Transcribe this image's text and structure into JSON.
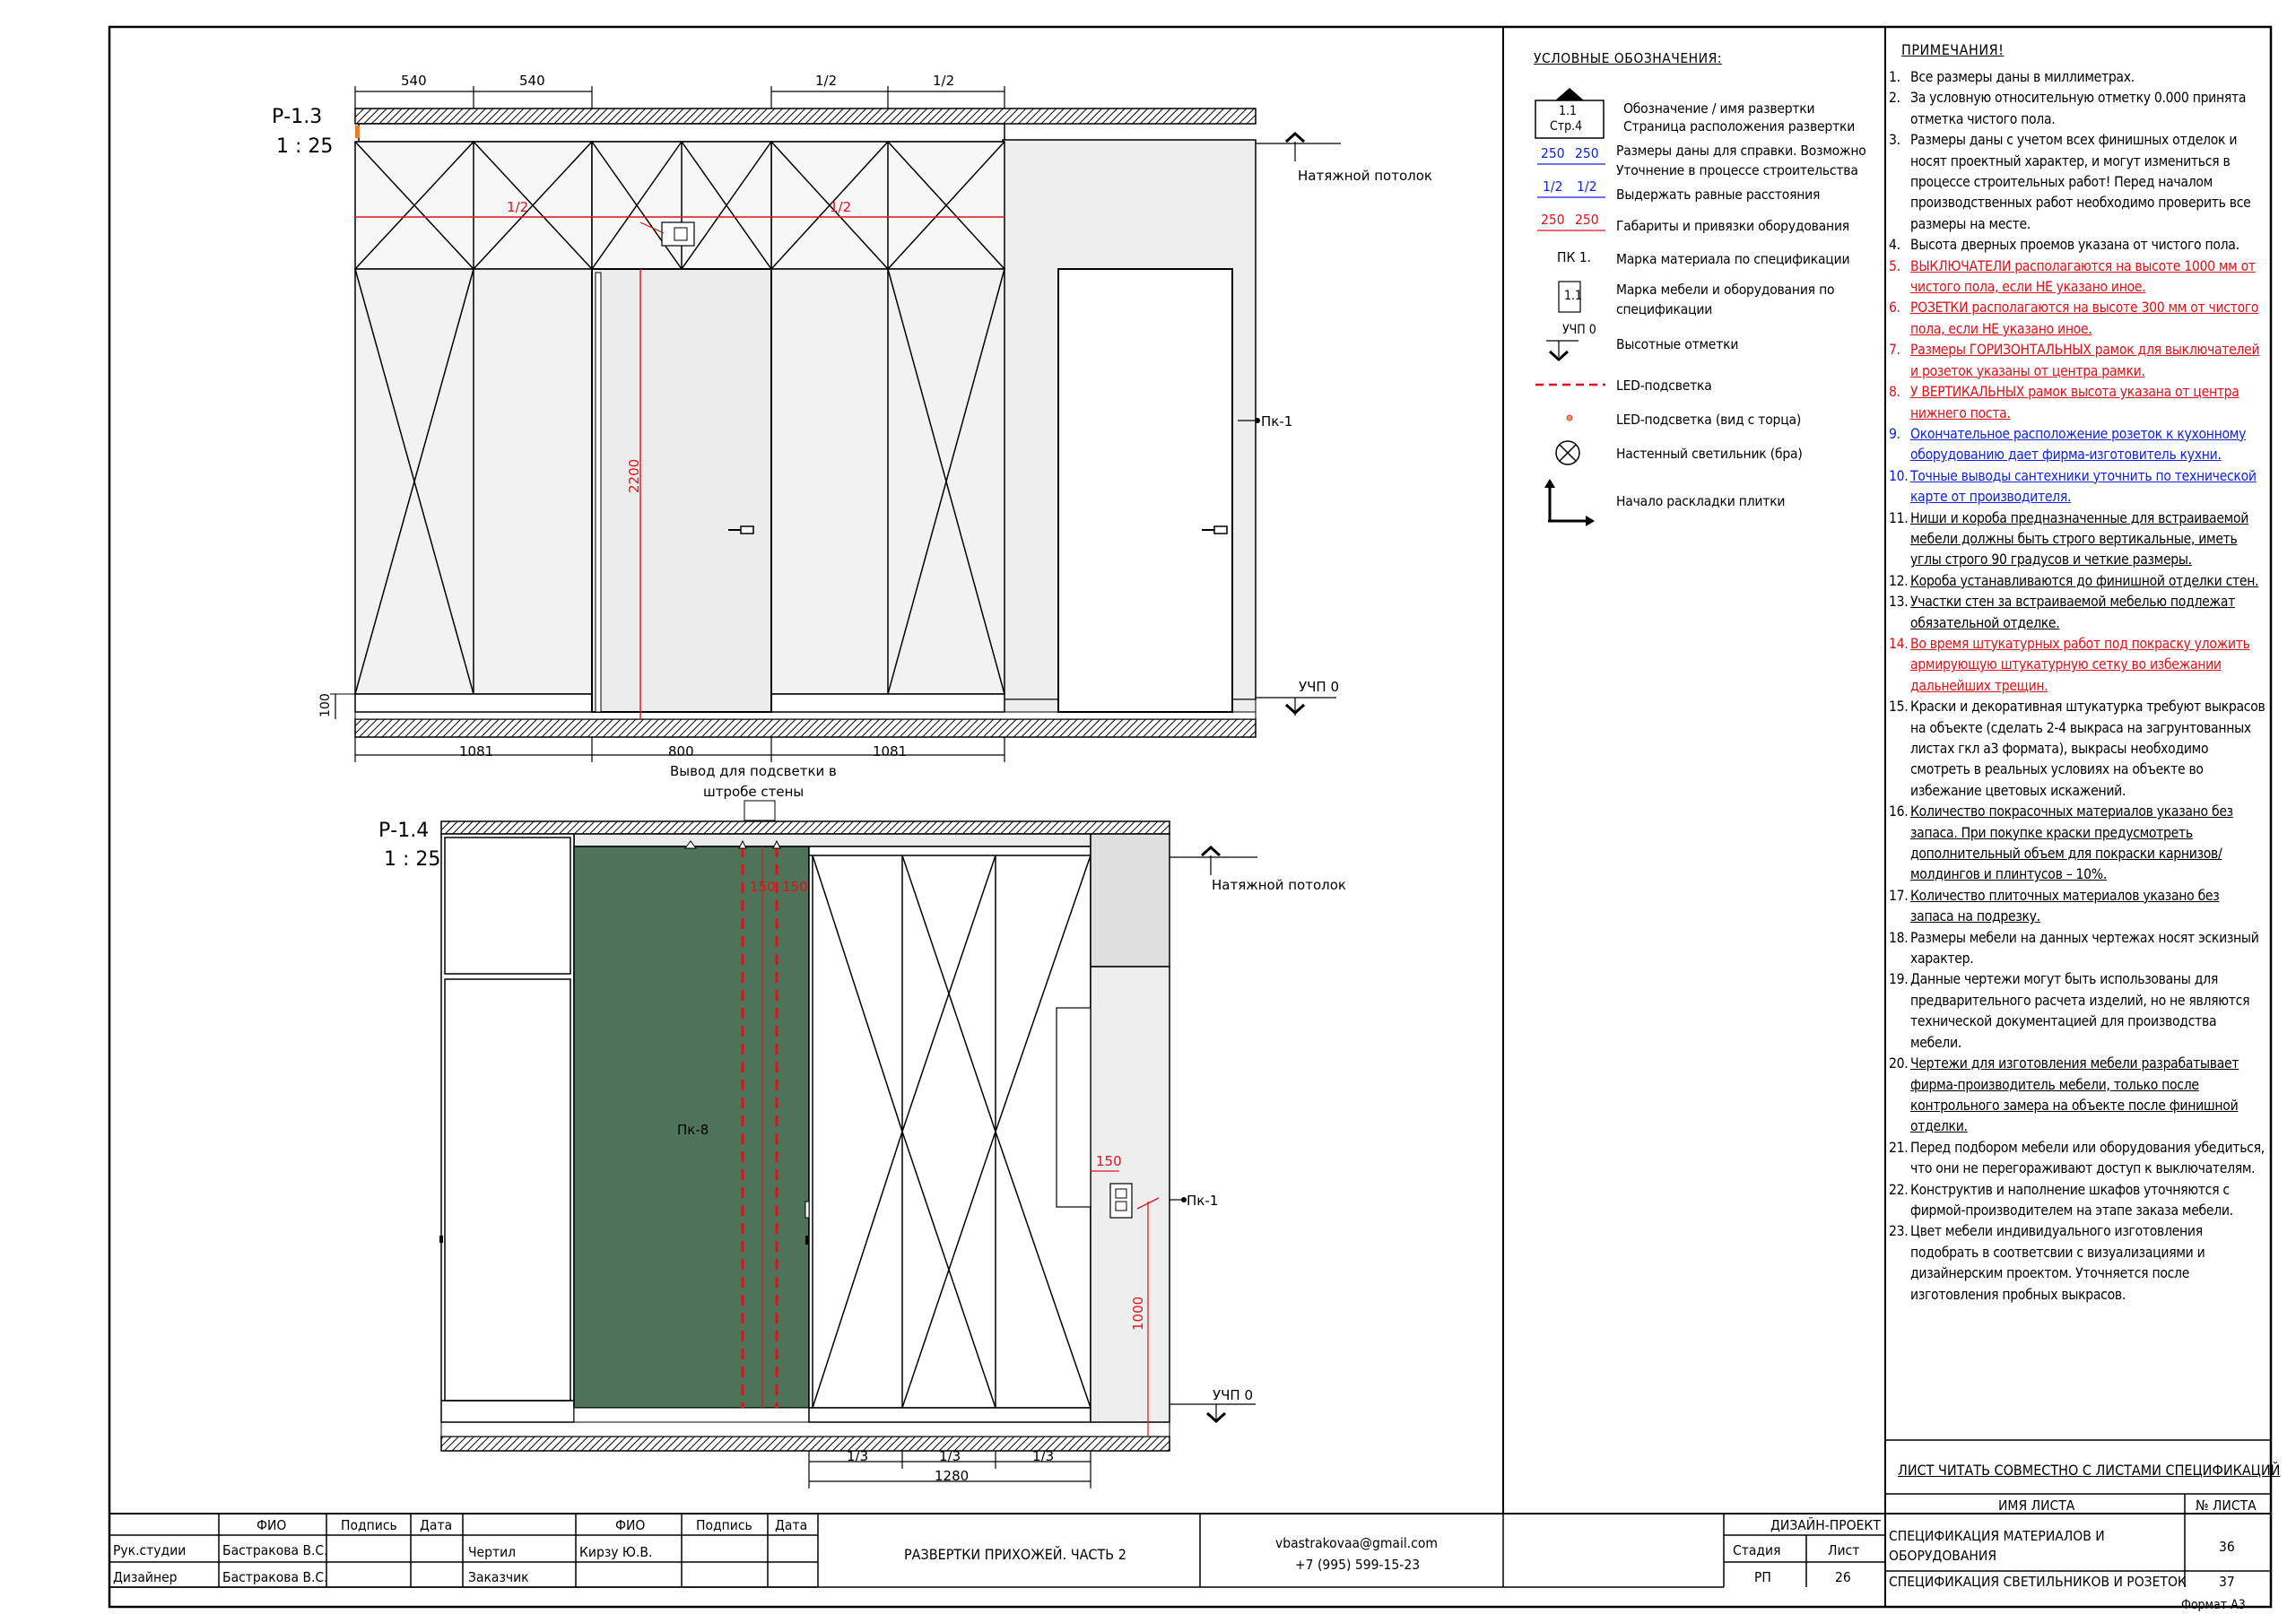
{
  "drawing": {
    "p13": {
      "title": "Р-1.3",
      "scale": "1 : 25",
      "dims_top": [
        "540",
        "540",
        "1/2",
        "1/2"
      ],
      "dims_inner": [
        "1/2",
        "1/2"
      ],
      "dims_bottom": [
        "1081",
        "800",
        "1081"
      ],
      "dim_height_door": "2200",
      "dim_plinth": "100",
      "ceiling_label": "Натяжной потолок",
      "floor_label": "УЧП 0",
      "wall_label": "Пк-1"
    },
    "p14": {
      "title": "Р-1.4",
      "scale": "1 : 25",
      "outlet_note_line1": "Вывод для подсветки в",
      "outlet_note_line2": "штробе стены",
      "dims_led": [
        "150",
        "150"
      ],
      "green_label": "Пк-8",
      "dims_bottom": [
        "1/3",
        "1/3",
        "1/3"
      ],
      "dim_total": "1280",
      "dim_switch_offset": "150",
      "dim_switch_height": "1000",
      "ceiling_label": "Натяжной потолок",
      "floor_label": "УЧП 0",
      "wall_label": "Пк-1",
      "green_color": "#4f7358"
    }
  },
  "legend": {
    "title": "УСЛОВНЫЕ ОБОЗНАЧЕНИЯ:",
    "marker_line1": "1.1",
    "marker_line2": "Стр.4",
    "marker_desc_1": "Обозначение / имя развертки",
    "marker_desc_2": "Страница расположения развертки",
    "dim_ref_values": [
      "250",
      "250"
    ],
    "dim_ref_desc_1": "Размеры даны для справки. Возможно",
    "dim_ref_desc_2": "Уточнение в процессе строительства",
    "dim_eq_values": [
      "1/2",
      "1/2"
    ],
    "dim_eq_desc": "Выдержать равные расстояния",
    "dim_eqp_values": [
      "250",
      "250"
    ],
    "dim_eqp_desc": "Габариты и привязки оборудования",
    "material_mark": "ПК 1.",
    "material_desc": "Марка материала по спецификации",
    "furniture_mark": "1.1",
    "furniture_desc_1": "Марка мебели и оборудования по",
    "furniture_desc_2": "спецификации",
    "level_mark": "УЧП 0",
    "level_desc": "Высотные отметки",
    "led_desc": "LED-подсветка",
    "led_end_desc": "LED-подсветка (вид с торца)",
    "sconce_desc": "Настенный светильник (бра)",
    "tile_desc": "Начало раскладки плитки"
  },
  "notes": {
    "title": "ПРИМЕЧАНИЯ!",
    "items": [
      {
        "n": "1.",
        "text": "Все размеры даны в миллиметрах.",
        "style": ""
      },
      {
        "n": "2.",
        "text": "За условную относительную отметку 0.000 принята отметка чистого пола.",
        "style": ""
      },
      {
        "n": "3.",
        "text": "Размеры даны с учетом всех финишных отделок и носят проектный характер, и могут измениться в процессе строительных работ! Перед началом производственных работ необходимо проверить все размеры на месте.",
        "style": ""
      },
      {
        "n": "4.",
        "text": "Высота дверных проемов указана от чистого пола.",
        "style": ""
      },
      {
        "n": "5.",
        "text": "ВЫКЛЮЧАТЕЛИ располагаются на высоте 1000 мм от чистого пола, если НЕ указано иное.",
        "style": "red ul"
      },
      {
        "n": "6.",
        "text": "РОЗЕТКИ располагаются на высоте 300 мм от чистого пола, если НЕ указано иное.",
        "style": "red ul"
      },
      {
        "n": "7.",
        "text": "Размеры ГОРИЗОНТАЛЬНЫХ рамок для выключателей и розеток указаны от центра рамки.",
        "style": "red ul"
      },
      {
        "n": "8.",
        "text": "У ВЕРТИКАЛЬНЫХ рамок высота указана от центра нижнего поста.",
        "style": "red ul"
      },
      {
        "n": "9.",
        "text": "Окончательное расположение розеток к кухонному оборудованию дает фирма-изготовитель кухни.",
        "style": "blue ul"
      },
      {
        "n": "10.",
        "text": "Точные выводы сантехники уточнить по технической карте от производителя.",
        "style": "blue ul"
      },
      {
        "n": "11.",
        "text": "Ниши и короба предназначенные для встраиваемой мебели должны быть строго вертикальные, иметь углы строго 90 градусов и четкие размеры.",
        "style": "ul"
      },
      {
        "n": "12.",
        "text": "Короба устанавливаются до финишной отделки стен.",
        "style": "ul"
      },
      {
        "n": "13.",
        "text": "Участки стен за встраиваемой мебелью подлежат обязательной отделке.",
        "style": "ul"
      },
      {
        "n": "14.",
        "text": "Во время штукатурных работ под покраску уложить армирующую штукатурную сетку во избежании дальнейших трещин.",
        "style": "red ul"
      },
      {
        "n": "15.",
        "text": "Краски и декоративная штукатурка требуют выкрасов на объекте (сделать 2-4 выкраса на загрунтованных листах гкл а3 формата), выкрасы необходимо смотреть в реальных условиях на объекте во избежание цветовых искажений.",
        "style": ""
      },
      {
        "n": "16.",
        "text": "Количество покрасочных материалов указано без запаса. При покупке краски предусмотреть дополнительный объем для покраски карнизов/молдингов и плинтусов – 10%.",
        "style": "ul"
      },
      {
        "n": "17.",
        "text": "Количество плиточных материалов указано без запаса на подрезку.",
        "style": "ul"
      },
      {
        "n": "18.",
        "text": "Размеры мебели на данных чертежах носят эскизный характер.",
        "style": ""
      },
      {
        "n": "19.",
        "text": "Данные чертежи могут быть использованы для предварительного расчета изделий, но не являются технической документацией для производства мебели.",
        "style": ""
      },
      {
        "n": "20.",
        "text": "Чертежи для изготовления мебели разрабатывает фирма-производитель мебели, только после контрольного замера на объекте после финишной отделки.",
        "style": "ul"
      },
      {
        "n": "21.",
        "text": "Перед подбором мебели или оборудования убедиться, что они не перегораживают доступ к выключателям.",
        "style": ""
      },
      {
        "n": "22.",
        "text": "Конструктив и наполнение шкафов уточняются с фирмой-производителем на этапе заказа мебели.",
        "style": ""
      },
      {
        "n": "23.",
        "text": "Цвет мебели индивидуального изготовления подобрать в соответсвии с визуализациями и дизайнерским проектом. Уточняется после изготовления пробных выкрасов.",
        "style": ""
      }
    ]
  },
  "sheets": {
    "header": "ЛИСТ ЧИТАТЬ СОВМЕСТНО С ЛИСТАМИ СПЕЦИФИКАЦИЙ",
    "col_name": "ИМЯ ЛИСТА",
    "col_num": "№ ЛИСТА",
    "rows": [
      {
        "name_1": "СПЕЦИФИКАЦИЯ МАТЕРИАЛОВ И",
        "name_2": "ОБОРУДОВАНИЯ",
        "num": "36"
      },
      {
        "name_1": "СПЕЦИФИКАЦИЯ СВЕТИЛЬНИКОВ И РОЗЕТОК",
        "name_2": "",
        "num": "37"
      }
    ]
  },
  "titleblock": {
    "h_fio": "ФИО",
    "h_sign": "Подпись",
    "h_date": "Дата",
    "r1_role": "Рук.студии",
    "r1_name": "Бастракова В.С.",
    "r2_role": "Дизайнер",
    "r2_name": "Бастракова В.С.",
    "h2_fio": "ФИО",
    "h2_sign": "Подпись",
    "h2_date": "Дата",
    "r3_role": "Чертил",
    "r3_name": "Кирзу Ю.В.",
    "r4_role": "Заказчик",
    "r4_name": "",
    "sheet_title": "РАЗВЕРТКИ ПРИХОЖЕЙ. ЧАСТЬ 2",
    "email": "vbastrakovaa@gmail.com",
    "phone": "+7 (995) 599-15-23",
    "project": "ДИЗАЙН-ПРОЕКТ",
    "stage_label": "Стадия",
    "sheet_label": "Лист",
    "stage": "РП",
    "sheet": "26",
    "format": "Формат А3"
  }
}
